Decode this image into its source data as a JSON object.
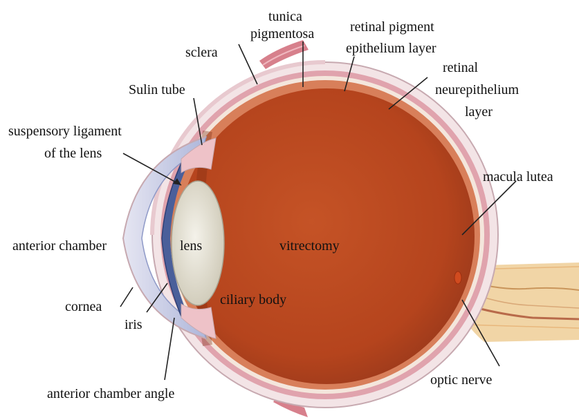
{
  "diagram": {
    "labels": {
      "tunica_1": "tunica",
      "tunica_2": "pigmentosa",
      "rpe_1": "retinal pigment",
      "rpe_2": "epithelium layer",
      "sclera": "sclera",
      "neuro_1": "retinal",
      "neuro_2": "neurepithelium",
      "neuro_3": "layer",
      "sulin_tube": "Sulin tube",
      "susp_1": "suspensory ligament",
      "susp_2": "of the lens",
      "macula_lutea": "macula lutea",
      "anterior_chamber": "anterior chamber",
      "lens": "lens",
      "vitrectomy": "vitrectomy",
      "ciliary_body": "ciliary body",
      "cornea": "cornea",
      "iris": "iris",
      "optic_nerve": "optic nerve",
      "anterior_chamber_angle": "anterior chamber angle"
    },
    "colors": {
      "background": "#ffffff",
      "vitreous": "#b8461e",
      "vitreous_dark": "#8e3315",
      "sclera": "#f3e4e6",
      "sclera_outline": "#c7a9b0",
      "choroid": "#e0a3ad",
      "retina": "#d87f5a",
      "lens": "#e9e6dc",
      "iris": "#4a5f9a",
      "cornea": "#c7cde6",
      "optic_nerve": "#f1d5a6",
      "muscle": "#d7808c",
      "label_text": "#111111",
      "leader_line": "#222222"
    }
  }
}
